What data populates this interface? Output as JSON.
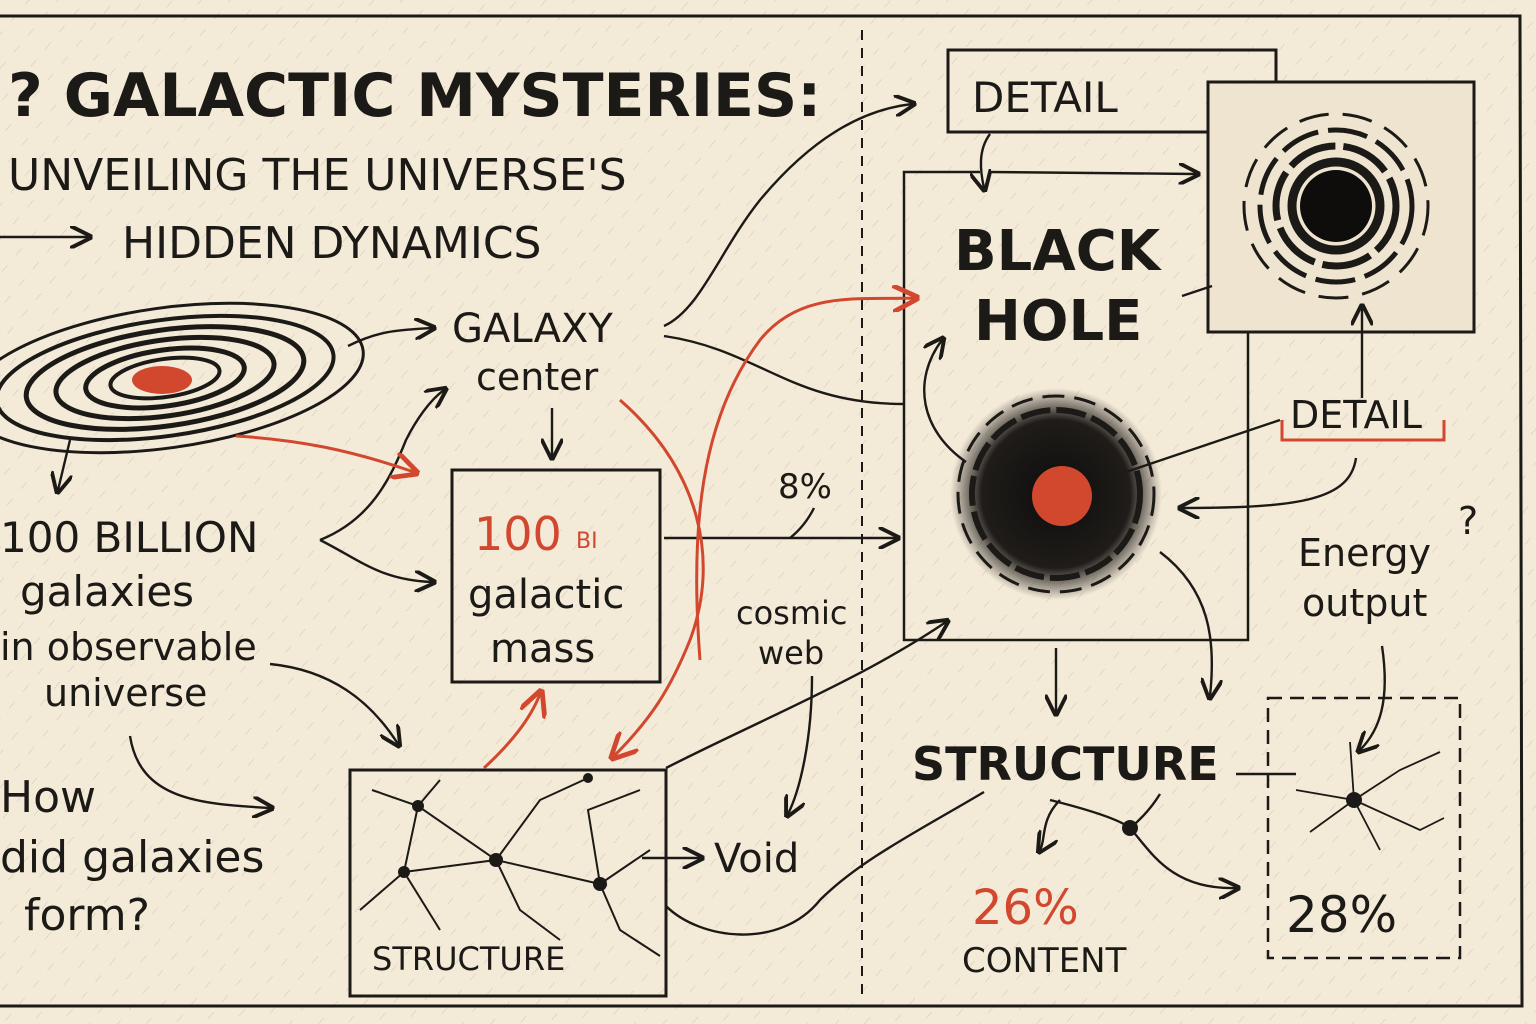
{
  "title": {
    "line1": "? GALACTIC MYSTERIES:",
    "line2": "UNVEILING THE UNIVERSE'S",
    "line3": "HIDDEN DYNAMICS"
  },
  "left_column": {
    "count": "100 BILLION",
    "count_sub": "galaxies",
    "count_detail_1": "in observable",
    "count_detail_2": "universe",
    "question_1": "How",
    "question_2": "did galaxies",
    "question_3": "form?"
  },
  "center": {
    "galaxy_label_1": "GALAXY",
    "galaxy_label_2": "center",
    "mass_value": "100",
    "mass_unit": "BI",
    "mass_label_1": "galactic",
    "mass_label_2": "mass",
    "percent_small": "8%",
    "cosmic_web_1": "cosmic",
    "cosmic_web_2": "web",
    "void_label": "Void",
    "structure_box_label": "STRUCTURE"
  },
  "right_panel": {
    "detail_top": "DETAIL",
    "black_hole_1": "BLACK",
    "black_hole_2": "HOLE",
    "detail_mid": "DETAIL",
    "question_mark": "?",
    "energy_1": "Energy",
    "energy_2": "output",
    "structure_label": "STRUCTURE",
    "content_percent": "26%",
    "content_label": "CONTENT",
    "box_percent": "28%"
  },
  "colors": {
    "background": "#f4ead8",
    "ink": "#1c1a17",
    "accent_red": "#d2482f"
  }
}
